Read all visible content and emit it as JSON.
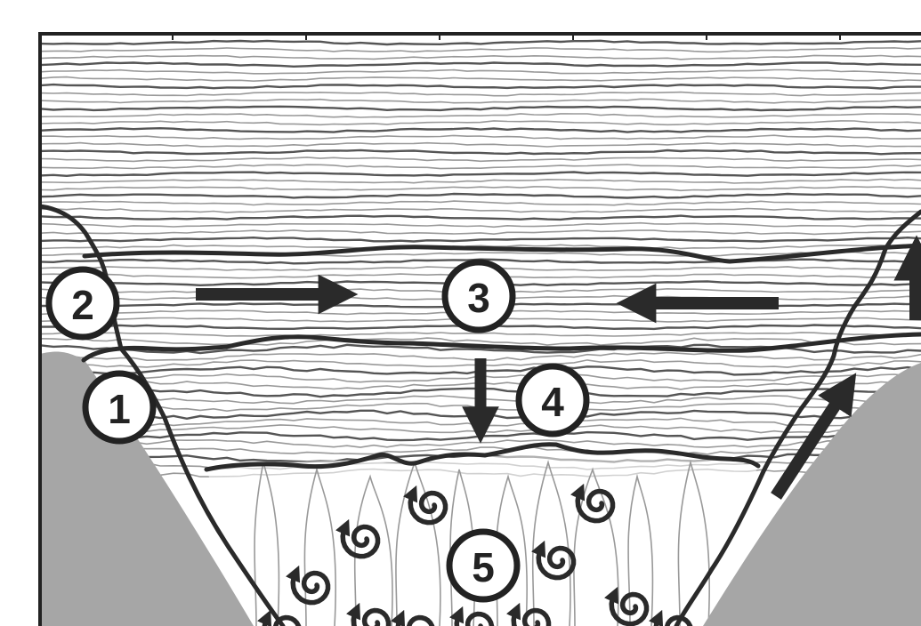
{
  "colors": {
    "background": "#ffffff",
    "stratified_fluid": "#f2f2f2",
    "contour_dark": "#555555",
    "contour_light": "#999999",
    "topography": "#a6a6a6",
    "boundary": "#2a2a2a",
    "arrow": "#2a2a2a",
    "frame": "#222222"
  },
  "markers": [
    {
      "label": "1"
    },
    {
      "label": "2"
    },
    {
      "label": "3"
    },
    {
      "label": "4"
    },
    {
      "label": "5"
    }
  ],
  "arrows": [
    {
      "direction": "right"
    },
    {
      "direction": "left"
    },
    {
      "direction": "down"
    },
    {
      "direction": "up-right"
    },
    {
      "direction": "up"
    }
  ],
  "eddies": {
    "count": 12,
    "symbol": "spiral-icon"
  }
}
